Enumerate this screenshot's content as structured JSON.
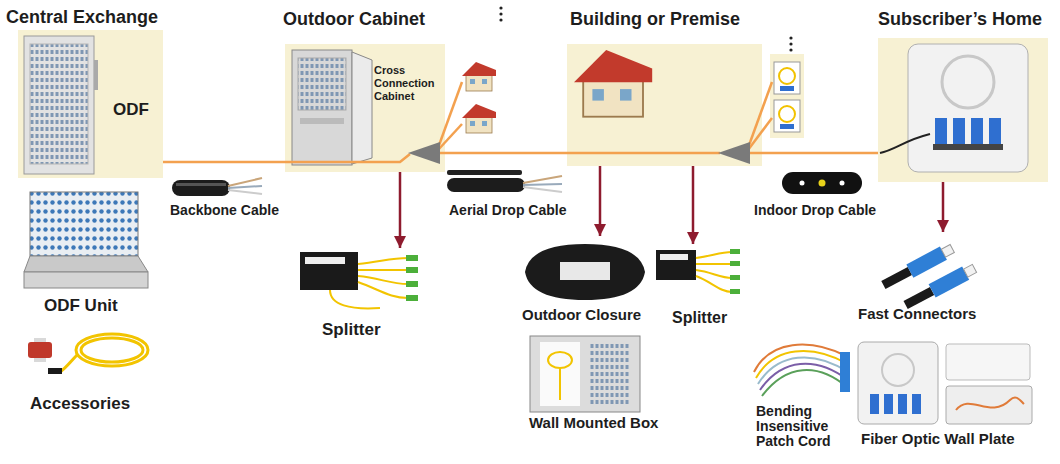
{
  "diagram": {
    "nodes": [
      {
        "text": [
          "Central Exchange",
          "ODF"
        ]
      },
      {
        "text": [
          "Outdoor Cabinet",
          "Cross Connection Cabinet"
        ]
      },
      {
        "text": [
          "Building or Premise"
        ]
      },
      {
        "text": [
          "Subscriber’s Home"
        ]
      },
      {
        "text": [
          "ODF Unit"
        ]
      },
      {
        "text": [
          "Splitter"
        ]
      },
      {
        "text": [
          "Outdoor Closure"
        ]
      },
      {
        "text": [
          "Splitter"
        ]
      },
      {
        "text": [
          "Fast Connectors"
        ]
      },
      {
        "text": [
          "Accessories"
        ]
      },
      {
        "text": [
          "Wall Mounted Box"
        ]
      },
      {
        "text": [
          "Bending Insensitive Patch Cord"
        ]
      },
      {
        "text": [
          "Fiber Optic Wall Plate"
        ]
      }
    ],
    "edges": [
      {
        "from": 0,
        "to": 1,
        "arrow": "none",
        "label": "Backbone Cable"
      },
      {
        "from": 1,
        "to": 2,
        "arrow": "none",
        "label": "Aerial Drop Cable"
      },
      {
        "from": 2,
        "to": 3,
        "arrow": "none",
        "label": "Indoor Drop Cable"
      },
      {
        "from": 1,
        "to": 5,
        "arrow": "to"
      },
      {
        "from": 2,
        "to": 6,
        "arrow": "to"
      },
      {
        "from": 2,
        "to": 7,
        "arrow": "to"
      },
      {
        "from": 3,
        "to": 8,
        "arrow": "to"
      }
    ]
  }
}
